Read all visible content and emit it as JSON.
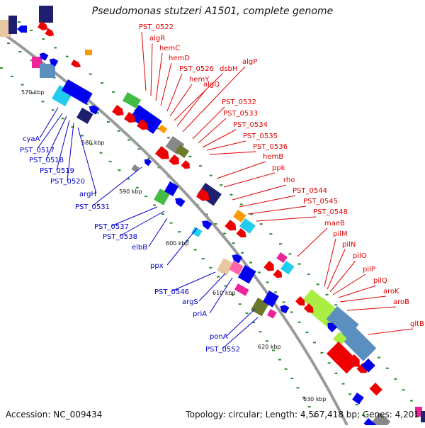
{
  "title": "Pseudomonas stutzeri A1501, complete genome",
  "accession_text": "Accession: NC_009434",
  "topology_text": "Topology: circular; Length: 4,567,418 bp; Genes: 4,201",
  "colors": {
    "backbone": "#9a9a9a",
    "dots": "#2e8b2e",
    "forward_label": "#e00000",
    "reverse_label": "#0000cc",
    "forward_gene": "#ee0000",
    "reverse_gene": "#0000ee",
    "navy": "#1f1f6f",
    "steel": "#5b8fc0",
    "cyan": "#22ccee",
    "green": "#44bb44",
    "lime": "#aaee44",
    "olive": "#6b7a2a",
    "orange": "#ff9900",
    "magenta": "#ee2299",
    "pink": "#ff66aa",
    "tan": "#e8c8a0",
    "gray": "#888888"
  },
  "kbp_labels": [
    "570 kbp",
    "580 kbp",
    "590 kbp",
    "600 kbp",
    "610 kbp",
    "620 kbp",
    "630 kbp"
  ],
  "forward_labels": [
    "PST_0522",
    "algR",
    "hemC",
    "hemD",
    "PST_0526",
    "hemY",
    "dsbH",
    "algQ",
    "algP",
    "PST_0532",
    "PST_0533",
    "PST_0534",
    "PST_0535",
    "PST_0536",
    "hemB",
    "ppk",
    "rho",
    "PST_0544",
    "PST_0545",
    "PST_0548",
    "maeB",
    "pilM",
    "pilN",
    "pilO",
    "pilP",
    "pilQ",
    "aroK",
    "aroB",
    "gltB"
  ],
  "reverse_labels": [
    "cyaA",
    "PST_0517",
    "PST_0518",
    "PST_0519",
    "PST_0520",
    "argH",
    "PST_0531",
    "PST_0537",
    "PST_0538",
    "elbB",
    "ppx",
    "PST_0546",
    "argS",
    "priA",
    "ponA",
    "PST_0552"
  ]
}
